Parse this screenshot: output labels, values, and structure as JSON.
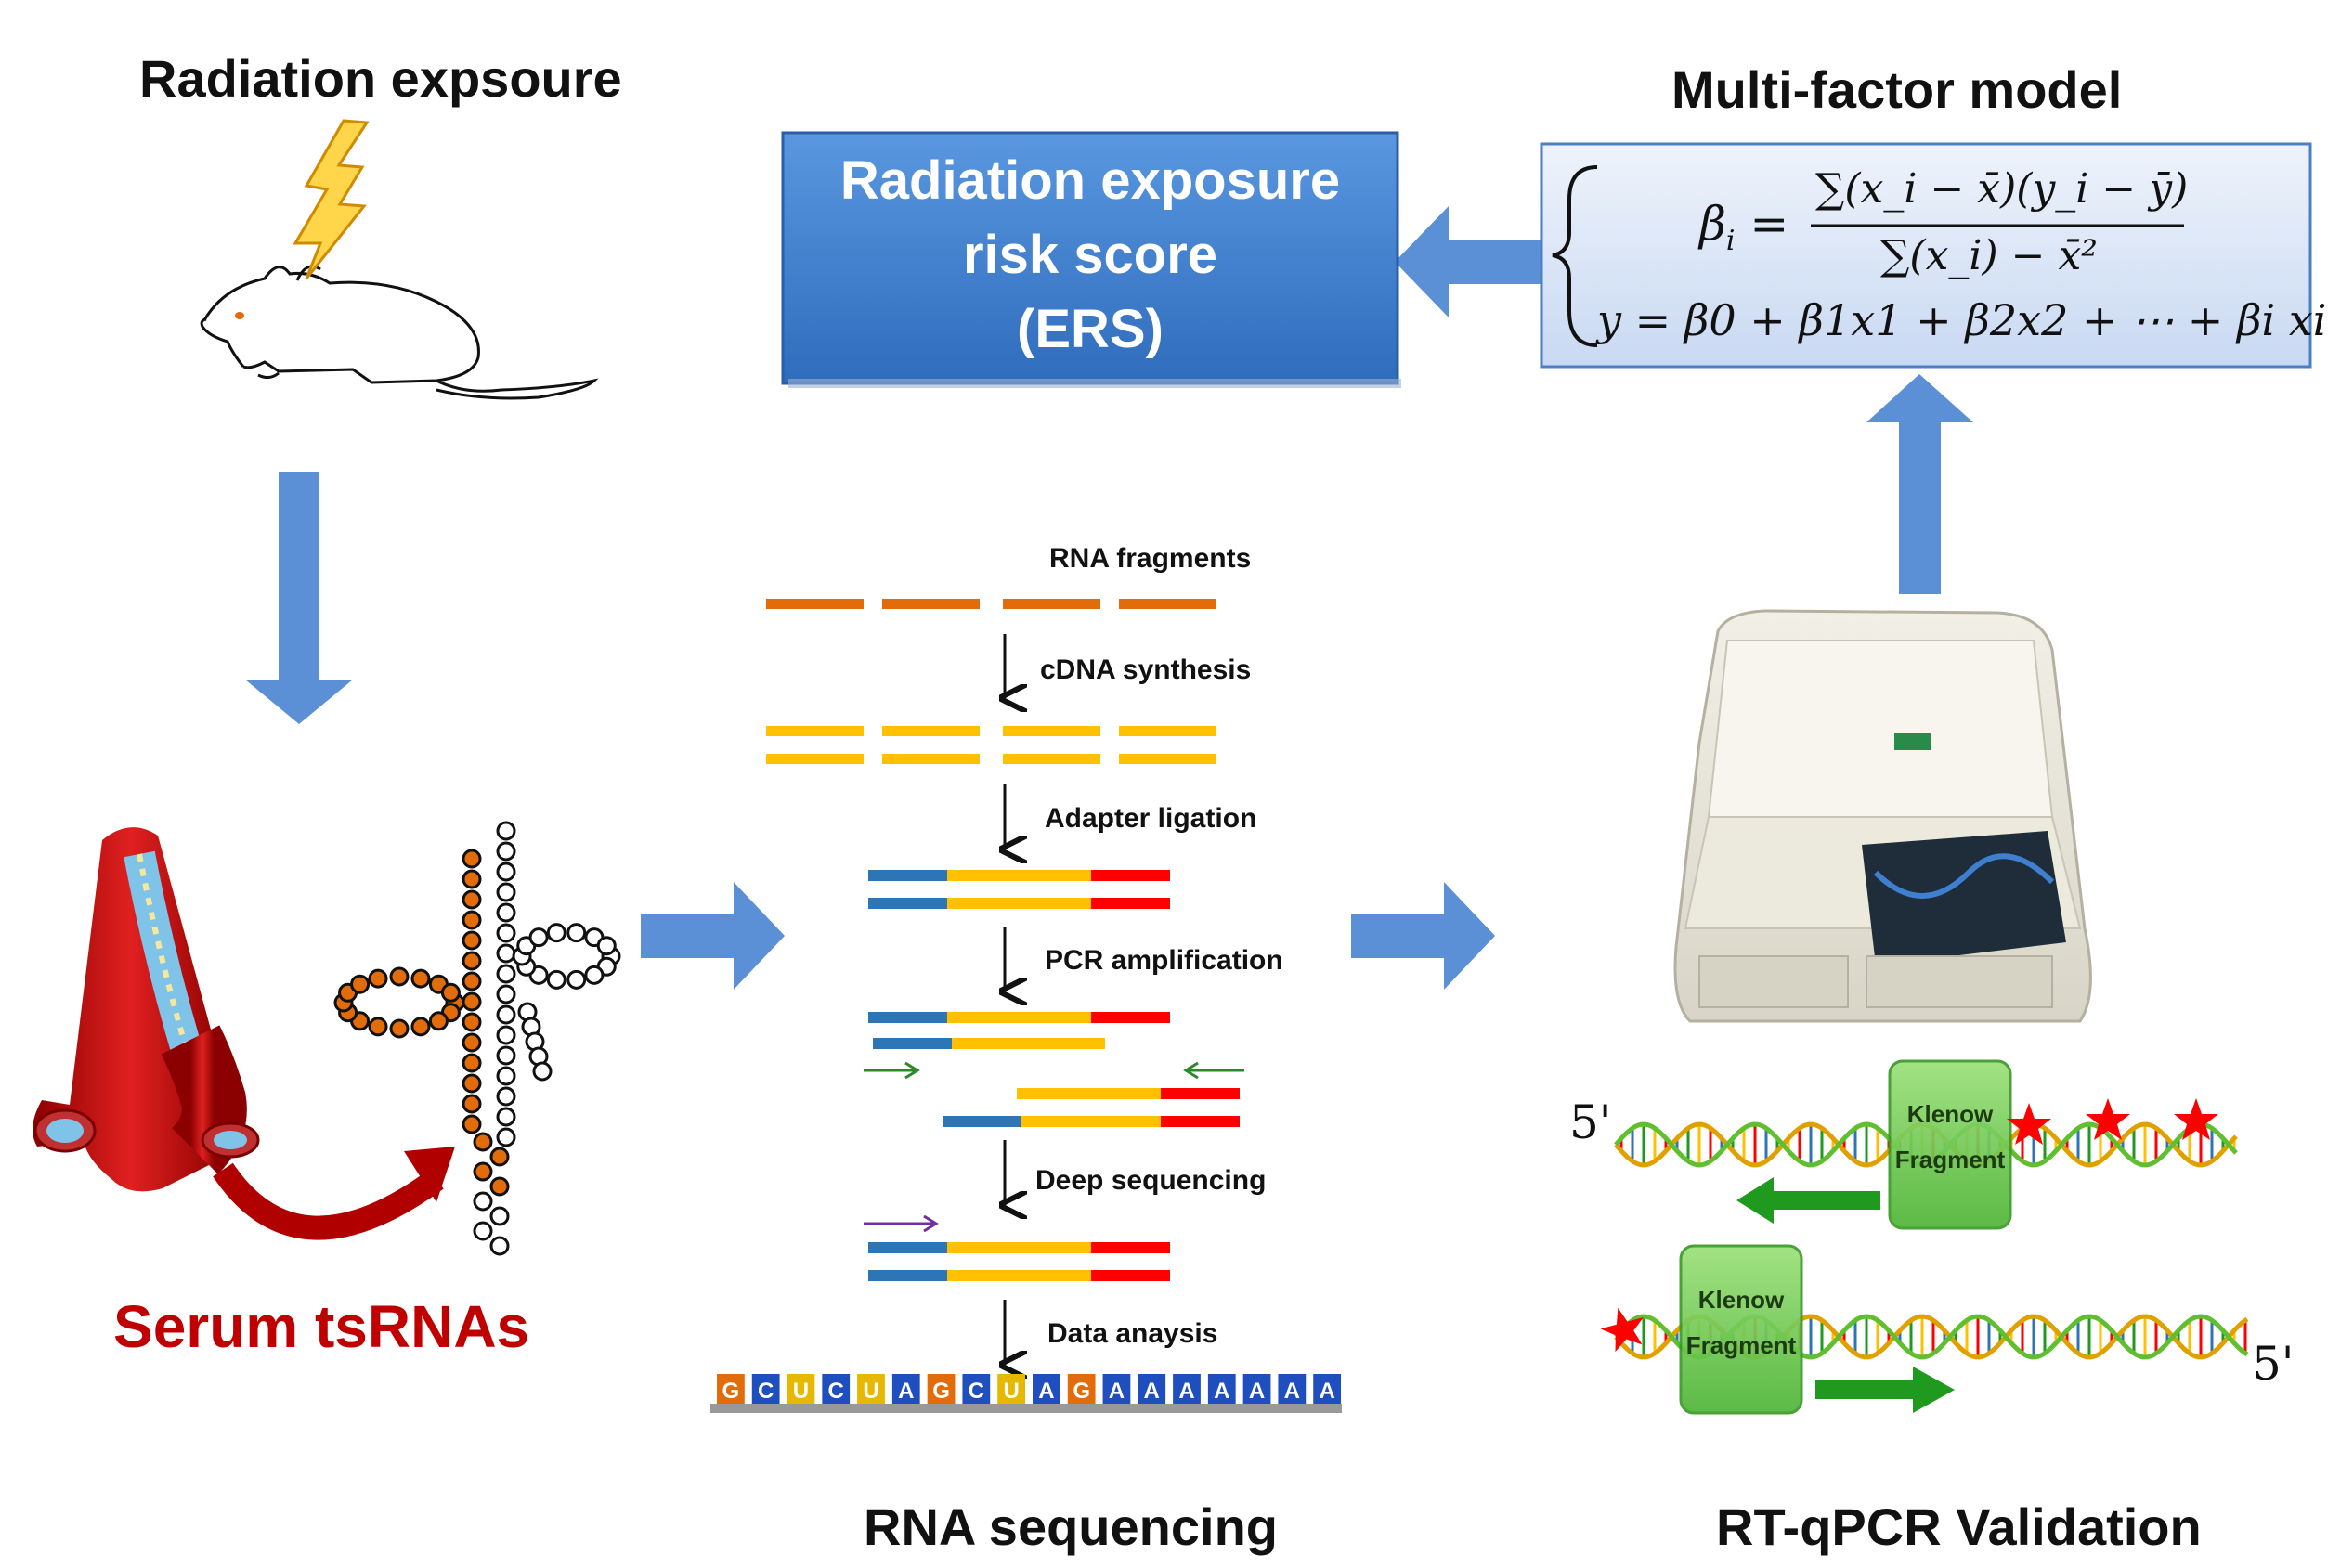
{
  "titles": {
    "exposure": "Radiation expsoure",
    "model": "Multi-factor model",
    "serum": "Serum tsRNAs",
    "rnaseq": "RNA sequencing",
    "qpcr": "RT-qPCR Validation"
  },
  "ers_box": {
    "line1": "Radiation exposure",
    "line2": "risk score",
    "line3": "(ERS)"
  },
  "formula": {
    "beta_lhs": "β",
    "beta_sub": "i",
    "numerator": "∑(x_i − x̄)(y_i − ȳ)",
    "denominator": "∑(x_i) − x̄²",
    "regression": "y = β0 + β1x1 + β2x2 + ⋯ + βi xi"
  },
  "rnaseq_steps": [
    "RNA fragments",
    "cDNA synthesis",
    "Adapter ligation",
    "PCR amplification",
    "Deep sequencing",
    "Data anaysis"
  ],
  "sequence_letters": [
    "G",
    "C",
    "U",
    "C",
    "U",
    "A",
    "G",
    "C",
    "U",
    "A",
    "G",
    "A",
    "A",
    "A",
    "A",
    "A",
    "A",
    "A"
  ],
  "qpcr": {
    "enzyme_top": [
      "Klenow",
      "Fragment"
    ],
    "enzyme_bottom": [
      "Klenow",
      "Fragment"
    ],
    "prime_top": "5'",
    "prime_bottom": "5'"
  },
  "colors": {
    "arrow_blue": "#5b8fd6",
    "box_blue": "#3f7fcf",
    "model_box": "#dbe6f7",
    "serum_red": "#c00000",
    "orange": "#e36c0a",
    "yellow": "#ffc000",
    "adapter_blue": "#2e75b6",
    "adapter_red": "#ff0000",
    "klenow_green": "#7acf5a"
  }
}
